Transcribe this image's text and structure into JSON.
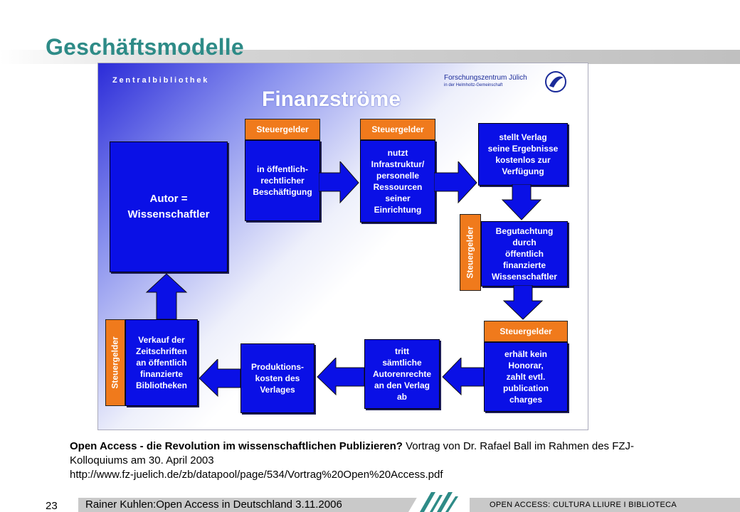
{
  "slide": {
    "title": "Geschäftsmodelle",
    "page_number": "23",
    "footer_left": "Rainer Kuhlen:Open Access in Deutschland  3.11.2006",
    "footer_right": "OPEN ACCESS: CULTURA  LLIURE  I BIBLIOTECA"
  },
  "figure": {
    "header_left": "Zentralbibliothek",
    "logo_line1": "Forschungszentrum Jülich",
    "logo_line2": "in der Helmholtz-Gemeinschaft",
    "title": "Finanzströme",
    "tags": {
      "t1": "Steuergelder",
      "t2": "Steuergelder",
      "t3": "Steuergelder",
      "t4": "Steuergelder",
      "t5": "Steuergelder"
    },
    "boxes": {
      "author": "Autor =\nWissenschaftler",
      "employment": "in öffentlich-\nrechtlicher\nBeschäftigung",
      "infrastructure": "nutzt\nInfrastruktur/\npersonelle\nRessourcen\nseiner\nEinrichtung",
      "publisher_free": "stellt Verlag\nseine Ergebnisse\nkostenlos zur\nVerfügung",
      "review": "Begutachtung\ndurch\nöffentlich\nfinanzierte\nWissenschaftler",
      "fee": "erhält kein\nHonorar,\nzahlt evtl.\npublication\ncharges",
      "rights": "tritt\nsämtliche\nAutorenrechte\nan den Verlag\nab",
      "production": "Produktions-\nkosten des\nVerlages",
      "sale": "Verkauf der\nZeitschriften\nan öffentlich\nfinanzierte\nBibliotheken"
    }
  },
  "caption": {
    "bold": "Open Access - die Revolution im wissenschaftlichen Publizieren?",
    "rest": " Vortrag von Dr. Rafael Ball im Rahmen des FZJ-Kolloquiums am 30. April 2003",
    "url": "http://www.fz-juelich.de/zb/datapool/page/534/Vortrag%20Open%20Access.pdf"
  },
  "colors": {
    "box_blue": "#0a10e6",
    "tag_orange": "#f07a1c",
    "title_teal": "#2e8b87"
  }
}
